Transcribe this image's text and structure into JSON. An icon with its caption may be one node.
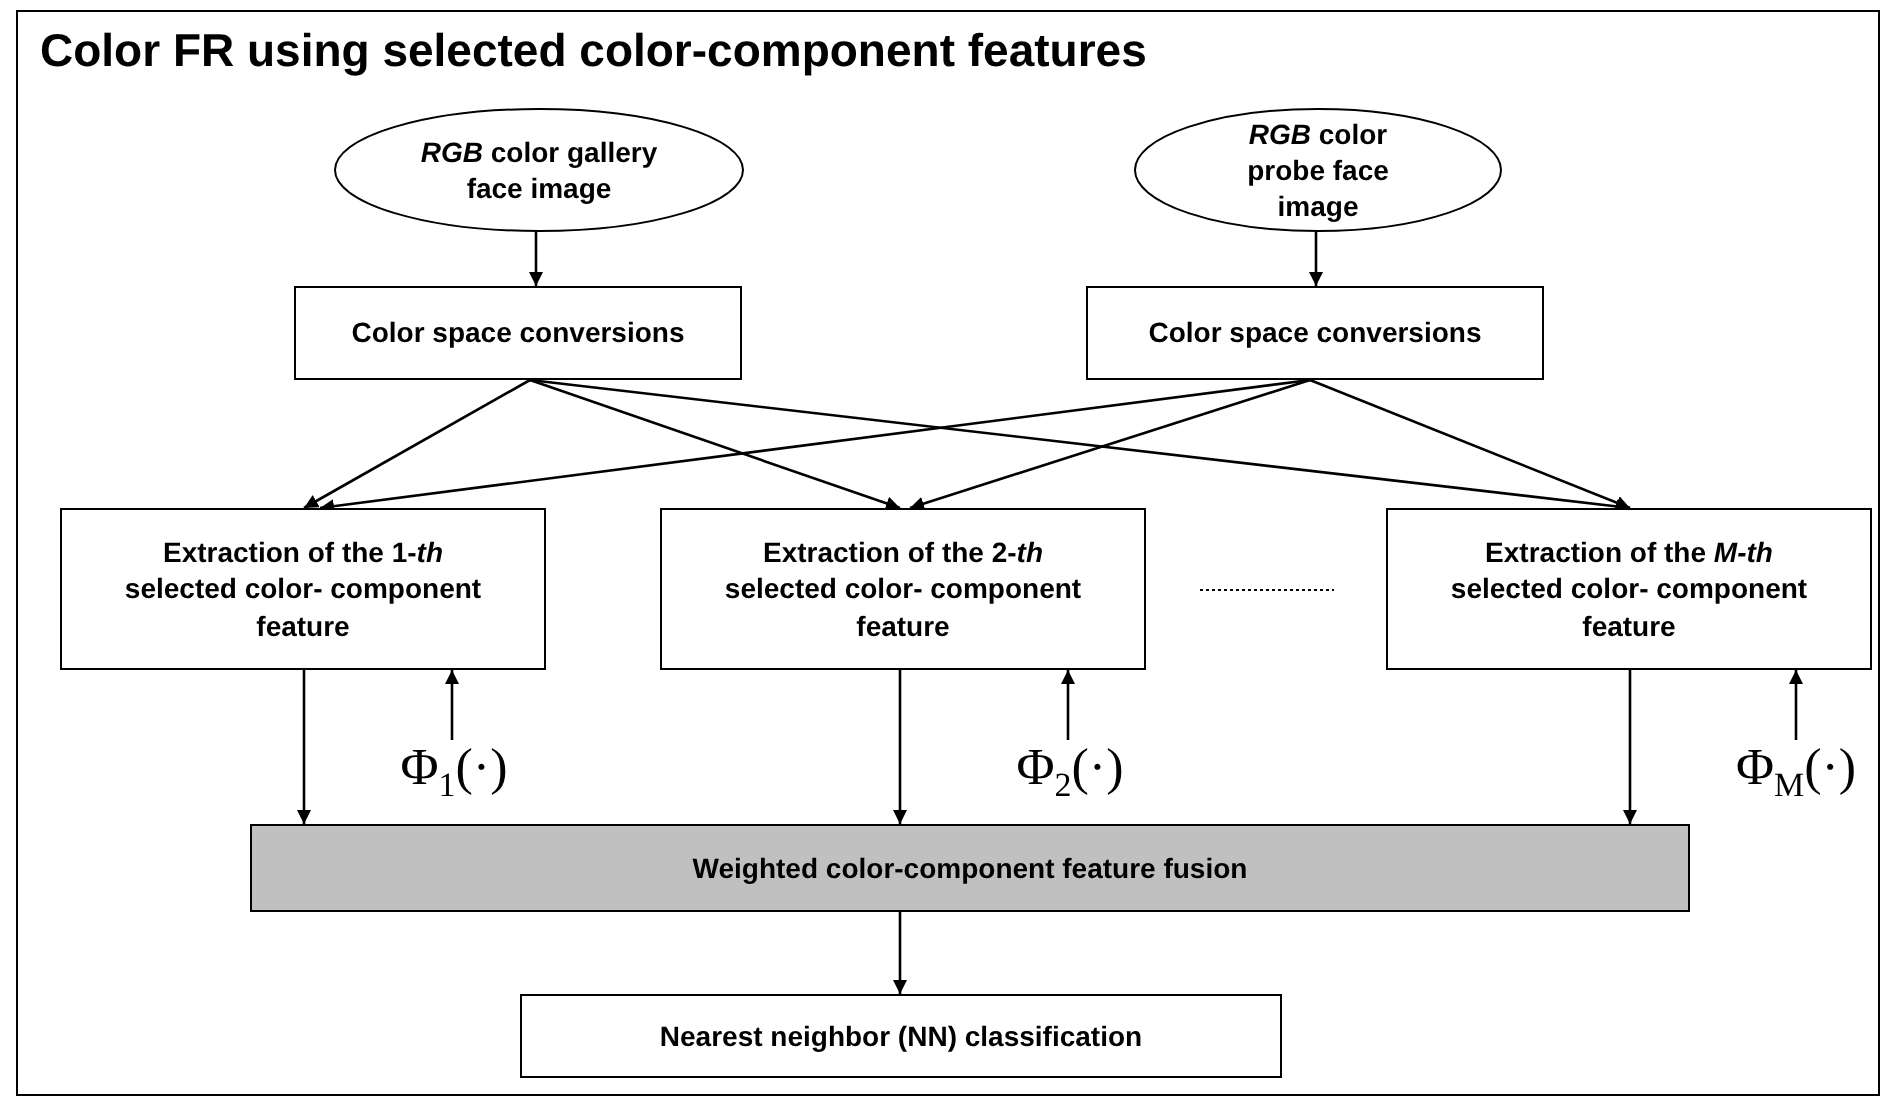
{
  "diagram": {
    "title": "Color FR using selected color-component features",
    "nodes": [
      {
        "text": [
          "*RGB* color gallery face image"
        ]
      },
      {
        "text": [
          "*RGB* color probe face image"
        ]
      },
      {
        "text": [
          "Color space conversions"
        ]
      },
      {
        "text": [
          "Color space conversions"
        ]
      },
      {
        "text": [
          "Extraction of the 1-*th* selected color- component feature"
        ]
      },
      {
        "text": [
          "Extraction of the 2-*th* selected color- component feature"
        ]
      },
      {
        "text": [
          "Extraction of the *M-th* selected color- component feature"
        ]
      },
      {
        "text": [
          "Φ$_{1}$(·)"
        ]
      },
      {
        "text": [
          "Φ$_{2}$(·)"
        ]
      },
      {
        "text": [
          "Φ$_{M}$(·)"
        ]
      },
      {
        "text": [
          "Weighted color-component feature fusion"
        ]
      },
      {
        "text": [
          "Nearest neighbor (NN) classification"
        ]
      }
    ],
    "edges": [
      {
        "from": 0,
        "to": 2,
        "arrow": "to"
      },
      {
        "from": 1,
        "to": 3,
        "arrow": "to"
      },
      {
        "from": 2,
        "to": 4,
        "arrow": "to"
      },
      {
        "from": 2,
        "to": 5,
        "arrow": "to"
      },
      {
        "from": 2,
        "to": 6,
        "arrow": "to"
      },
      {
        "from": 3,
        "to": 4,
        "arrow": "to"
      },
      {
        "from": 3,
        "to": 5,
        "arrow": "to"
      },
      {
        "from": 3,
        "to": 6,
        "arrow": "to"
      },
      {
        "from": 7,
        "to": 4,
        "arrow": "to"
      },
      {
        "from": 8,
        "to": 5,
        "arrow": "to"
      },
      {
        "from": 9,
        "to": 6,
        "arrow": "to"
      },
      {
        "from": 4,
        "to": 10,
        "arrow": "to"
      },
      {
        "from": 5,
        "to": 10,
        "arrow": "to"
      },
      {
        "from": 6,
        "to": 10,
        "arrow": "to"
      },
      {
        "from": 10,
        "to": 11,
        "arrow": "to"
      }
    ]
  }
}
